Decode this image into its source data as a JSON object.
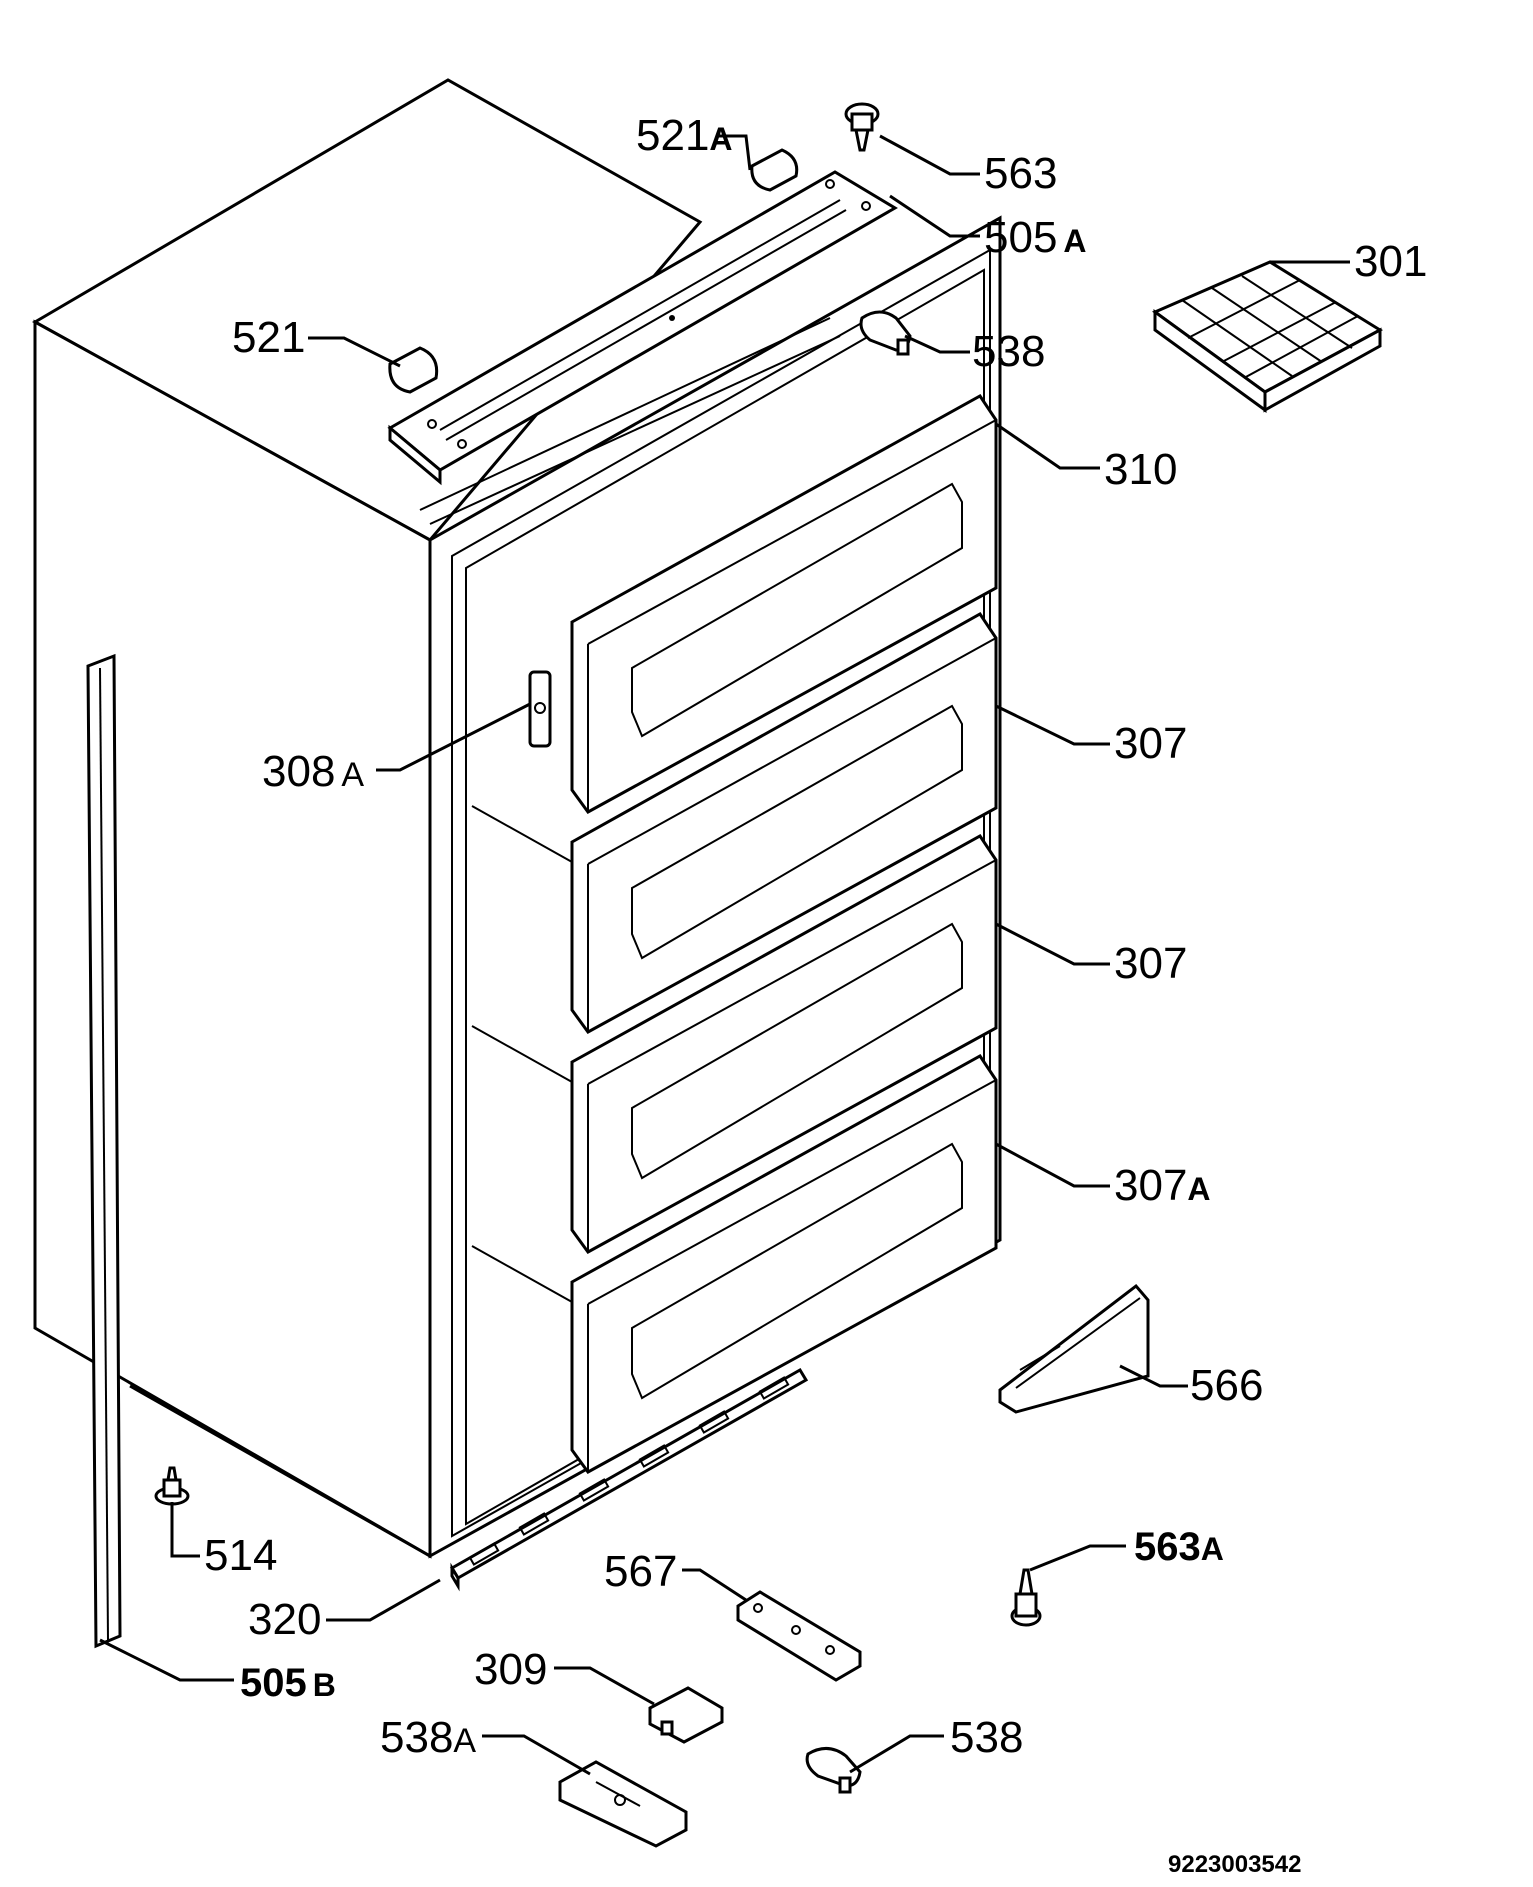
{
  "labels": {
    "p521a": {
      "num": "521",
      "suffix": "A"
    },
    "p563": {
      "num": "563"
    },
    "p505a": {
      "num": "505",
      "suffix": "A"
    },
    "p301": {
      "num": "301"
    },
    "p521": {
      "num": "521"
    },
    "p538_top": {
      "num": "538"
    },
    "p310": {
      "num": "310"
    },
    "p308a": {
      "num": "308",
      "suffix": "A"
    },
    "p307_1": {
      "num": "307"
    },
    "p307_2": {
      "num": "307"
    },
    "p307a": {
      "num": "307",
      "suffix": "A"
    },
    "p566": {
      "num": "566"
    },
    "p514": {
      "num": "514"
    },
    "p563a": {
      "num": "563",
      "suffix": "A"
    },
    "p320": {
      "num": "320"
    },
    "p567": {
      "num": "567"
    },
    "p505b": {
      "num": "505",
      "suffix": "B"
    },
    "p309": {
      "num": "309"
    },
    "p538a": {
      "num": "538",
      "suffix": "A"
    },
    "p538_bottom": {
      "num": "538"
    }
  },
  "document_number": "9223003542"
}
